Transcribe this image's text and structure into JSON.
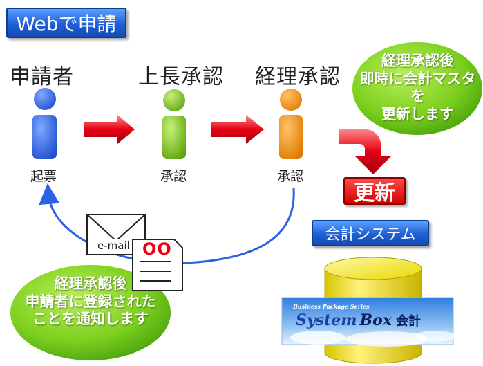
{
  "header": {
    "title": "Webで申請"
  },
  "roles": [
    {
      "name": "申請者",
      "action": "起票",
      "color": "#2a63e6"
    },
    {
      "name": "上長承認",
      "action": "承認",
      "color": "#7fc72a"
    },
    {
      "name": "経理承認",
      "action": "承認",
      "color": "#f28c00"
    }
  ],
  "notes": {
    "top": [
      "経理承認後",
      "即時に会計マスタを",
      "更新します"
    ],
    "bottom": [
      "経理承認後",
      "申請者に登録された",
      "ことを通知します"
    ]
  },
  "update_label": "更新",
  "system_label": "会計システム",
  "mail": {
    "envelope_label": "e-mail",
    "doc_mark": "OO"
  },
  "logo": {
    "series": "Business Package Series",
    "name_part1": "System",
    "name_part2": "Box",
    "name_part3": "会計"
  },
  "colors": {
    "accent_blue": "#1f5fd6",
    "arrow_red": "#e60012",
    "bubble_green": "#7ccf1e"
  }
}
